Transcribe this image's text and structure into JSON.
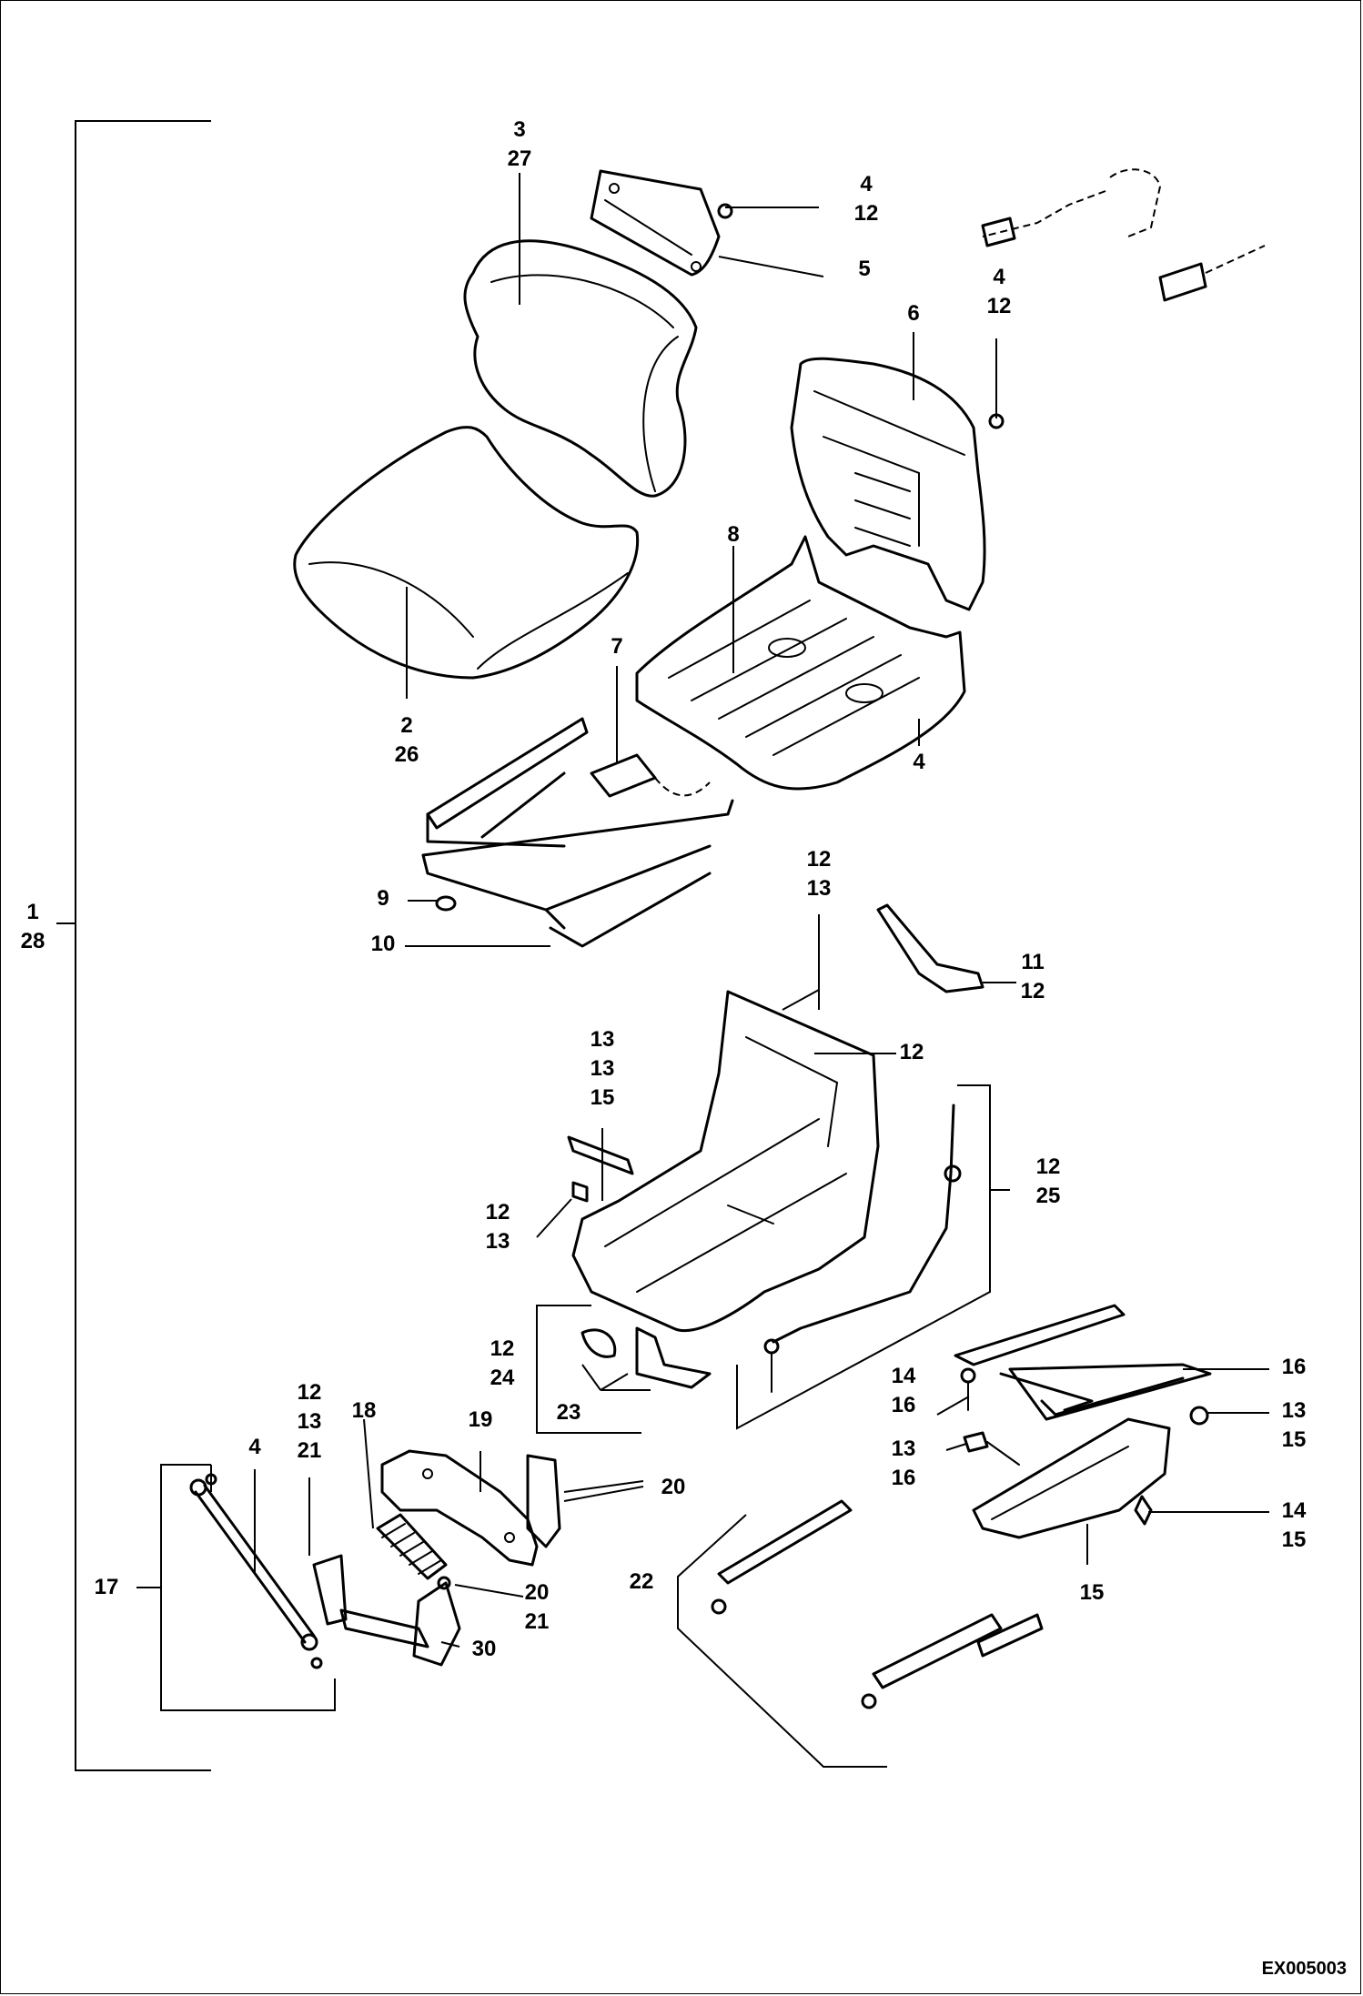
{
  "figure_id": "EX005003",
  "callouts": [
    {
      "id": "c-1",
      "lines": [
        "1",
        "28"
      ]
    },
    {
      "id": "c-3",
      "lines": [
        "3",
        "27"
      ]
    },
    {
      "id": "c-4-12-top",
      "lines": [
        "4",
        "12"
      ]
    },
    {
      "id": "c-5",
      "lines": [
        "5"
      ]
    },
    {
      "id": "c-4-12-right",
      "lines": [
        "4",
        "12"
      ]
    },
    {
      "id": "c-6",
      "lines": [
        "6"
      ]
    },
    {
      "id": "c-8",
      "lines": [
        "8"
      ]
    },
    {
      "id": "c-7",
      "lines": [
        "7"
      ]
    },
    {
      "id": "c-2",
      "lines": [
        "2",
        "26"
      ]
    },
    {
      "id": "c-4-mid",
      "lines": [
        "4"
      ]
    },
    {
      "id": "c-9",
      "lines": [
        "9"
      ]
    },
    {
      "id": "c-10",
      "lines": [
        "10"
      ]
    },
    {
      "id": "c-12-13",
      "lines": [
        "12",
        "13"
      ]
    },
    {
      "id": "c-11",
      "lines": [
        "11",
        "12"
      ]
    },
    {
      "id": "c-12-a",
      "lines": [
        "12"
      ]
    },
    {
      "id": "c-13-13-15",
      "lines": [
        "13",
        "13",
        "15"
      ]
    },
    {
      "id": "c-12-25",
      "lines": [
        "12",
        "25"
      ]
    },
    {
      "id": "c-12-13-left",
      "lines": [
        "12",
        "13"
      ]
    },
    {
      "id": "c-12-24",
      "lines": [
        "12",
        "24"
      ]
    },
    {
      "id": "c-23",
      "lines": [
        "23"
      ]
    },
    {
      "id": "c-14-16",
      "lines": [
        "14",
        "16"
      ]
    },
    {
      "id": "c-16",
      "lines": [
        "16"
      ]
    },
    {
      "id": "c-13-15",
      "lines": [
        "13",
        "15"
      ]
    },
    {
      "id": "c-13-16",
      "lines": [
        "13",
        "16"
      ]
    },
    {
      "id": "c-14-15",
      "lines": [
        "14",
        "15"
      ]
    },
    {
      "id": "c-15",
      "lines": [
        "15"
      ]
    },
    {
      "id": "c-12-13-21",
      "lines": [
        "12",
        "13",
        "21"
      ]
    },
    {
      "id": "c-4-low",
      "lines": [
        "4"
      ]
    },
    {
      "id": "c-18",
      "lines": [
        "18"
      ]
    },
    {
      "id": "c-19",
      "lines": [
        "19"
      ]
    },
    {
      "id": "c-20-a",
      "lines": [
        "20"
      ]
    },
    {
      "id": "c-17",
      "lines": [
        "17"
      ]
    },
    {
      "id": "c-20-21",
      "lines": [
        "20",
        "21"
      ]
    },
    {
      "id": "c-30",
      "lines": [
        "30"
      ]
    },
    {
      "id": "c-22",
      "lines": [
        "22"
      ]
    }
  ]
}
